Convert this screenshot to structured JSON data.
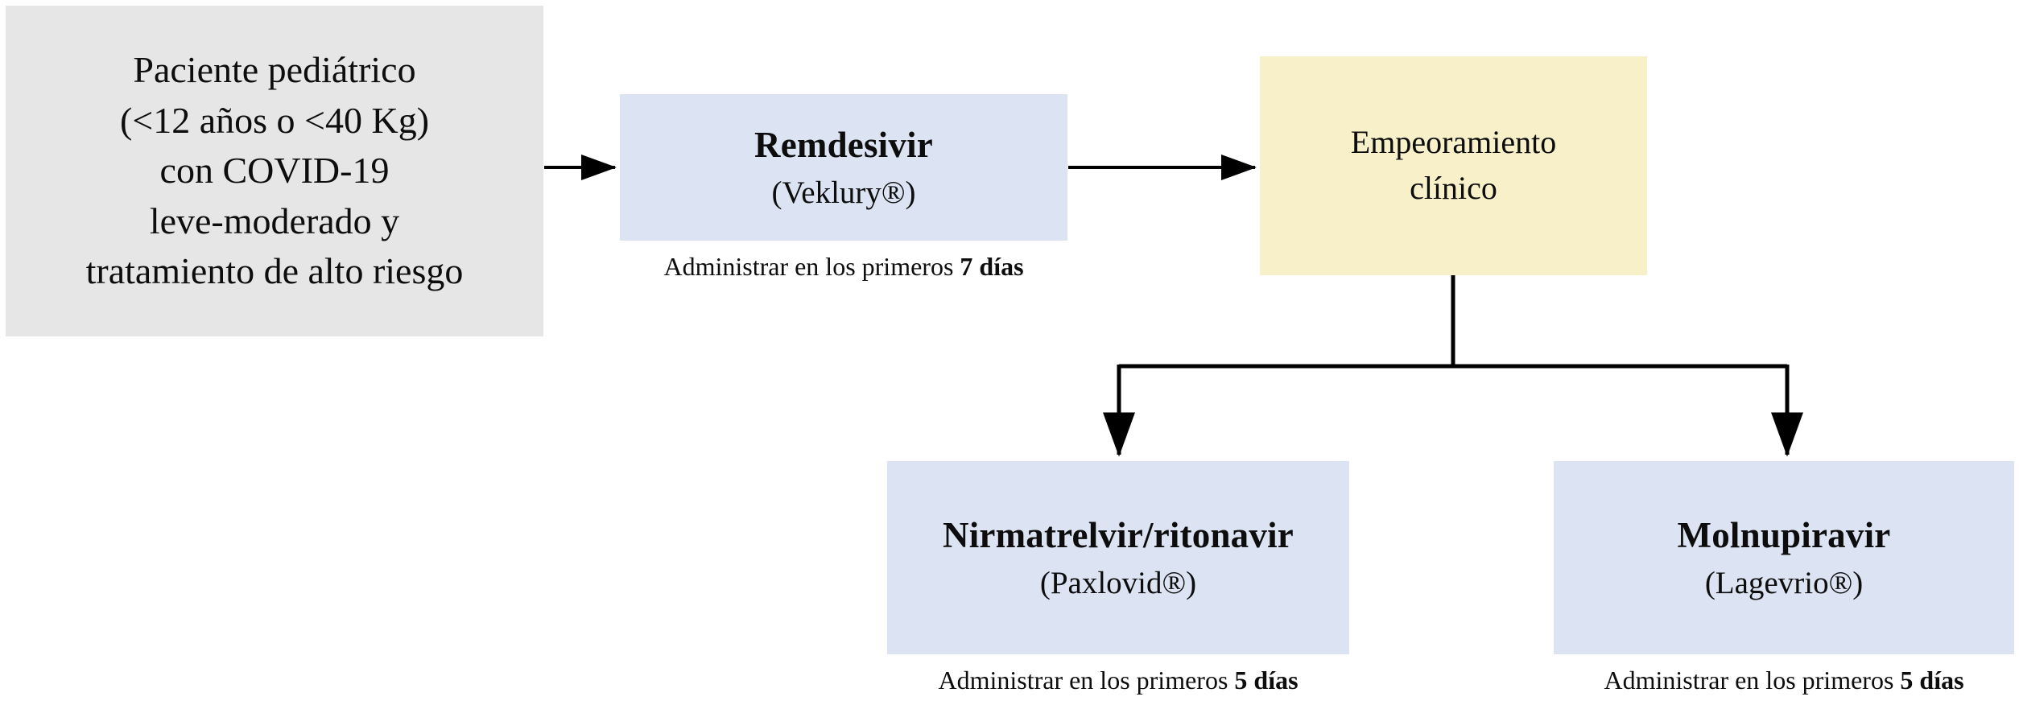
{
  "diagram": {
    "type": "flowchart",
    "title": "",
    "colors": {
      "start_box_fill": "#e6e6e6",
      "drug_box_fill": "#dce3f2",
      "decision_box_fill": "#f7f0c8",
      "arrow_stroke": "#000000",
      "text": "#0d0d0d",
      "background": "#ffffff"
    },
    "nodes": {
      "start": {
        "lines": [
          "Paciente pediátrico",
          "(<12 años o <40 Kg)",
          "con COVID-19",
          "leve-moderado y",
          "tratamiento  de alto  riesgo"
        ]
      },
      "remdesivir": {
        "title": "Remdesivir",
        "subtitle": "(Veklury®)",
        "caption_prefix": "Administrar en los primeros ",
        "caption_emphasis": "7 días"
      },
      "worsening": {
        "line1": "Empeoramiento",
        "line2": "clínico"
      },
      "nirmatrelvir": {
        "title": "Nirmatrelvir/ritonavir",
        "subtitle": "(Paxlovid®)",
        "caption_prefix": "Administrar en los primeros ",
        "caption_emphasis": "5 días"
      },
      "molnupiravir": {
        "title": "Molnupiravir",
        "subtitle": "(Lagevrio®)",
        "caption_prefix": "Administrar en los primeros ",
        "caption_emphasis": "5 días"
      }
    },
    "edges": [
      {
        "id": "start-to-remdesivir",
        "from": "start",
        "to": "remdesivir",
        "style": "straight-arrow"
      },
      {
        "id": "remdesivir-to-worsening",
        "from": "remdesivir",
        "to": "worsening",
        "style": "straight-arrow"
      },
      {
        "id": "worsening-to-nirmatrelvir",
        "from": "worsening",
        "to": "nirmatrelvir",
        "style": "elbow-arrow"
      },
      {
        "id": "worsening-to-molnupiravir",
        "from": "worsening",
        "to": "molnupiravir",
        "style": "elbow-arrow"
      }
    ]
  }
}
